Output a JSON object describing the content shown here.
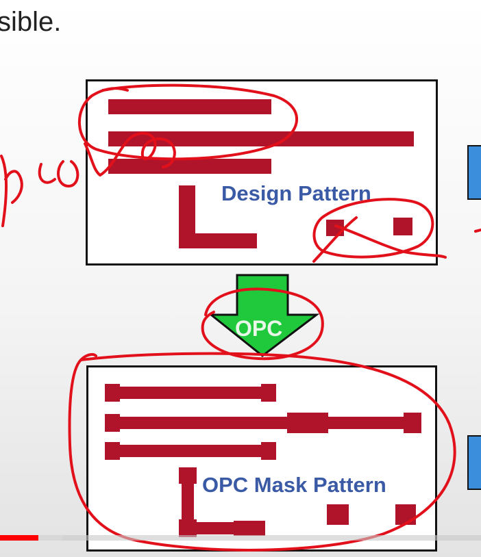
{
  "slide": {
    "intro_text": "sible.",
    "design_label": "Design Pattern",
    "opc_label": "OPC",
    "mask_label": "OPC Mask Pattern"
  },
  "colors": {
    "feature": "#b0142a",
    "label": "#3a5aa6",
    "arrow_fill": "#1fc93b",
    "ink": "#e2101a",
    "side_block": "#3a8edb",
    "progress_played": "#ff0000"
  },
  "video": {
    "progress_played": 0.08,
    "progress_buffered": 0.13
  }
}
